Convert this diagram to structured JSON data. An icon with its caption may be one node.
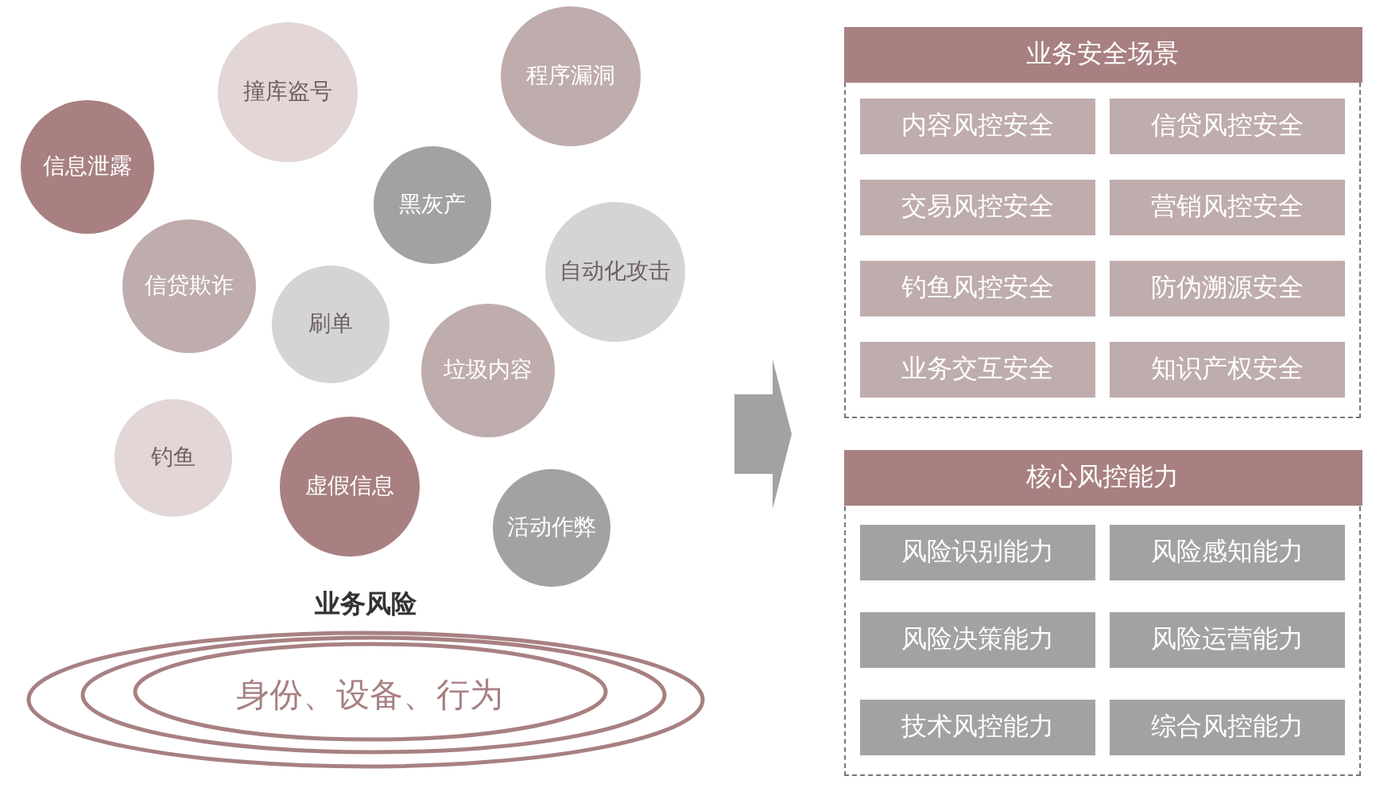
{
  "diagram": {
    "nodes": [
      {
        "text": [
          "撞库盗号"
        ]
      },
      {
        "text": [
          "程序漏洞"
        ]
      },
      {
        "text": [
          "信息泄露"
        ]
      },
      {
        "text": [
          "黑灰产"
        ]
      },
      {
        "text": [
          "信贷欺诈"
        ]
      },
      {
        "text": [
          "自动化攻击"
        ]
      },
      {
        "text": [
          "刷单"
        ]
      },
      {
        "text": [
          "垃圾内容"
        ]
      },
      {
        "text": [
          "钓鱼"
        ]
      },
      {
        "text": [
          "虚假信息"
        ]
      },
      {
        "text": [
          "活动作弊"
        ]
      },
      {
        "text": [
          "身份、设备、行为"
        ]
      },
      {
        "text": [
          "业务安全场景"
        ]
      },
      {
        "text": [
          "内容风控安全"
        ],
        "in": 12
      },
      {
        "text": [
          "信贷风控安全"
        ],
        "in": 12
      },
      {
        "text": [
          "交易风控安全"
        ],
        "in": 12
      },
      {
        "text": [
          "营销风控安全"
        ],
        "in": 12
      },
      {
        "text": [
          "钓鱼风控安全"
        ],
        "in": 12
      },
      {
        "text": [
          "防伪溯源安全"
        ],
        "in": 12
      },
      {
        "text": [
          "业务交互安全"
        ],
        "in": 12
      },
      {
        "text": [
          "知识产权安全"
        ],
        "in": 12
      },
      {
        "text": [
          "核心风控能力"
        ]
      },
      {
        "text": [
          "风险识别能力"
        ],
        "in": 21
      },
      {
        "text": [
          "风险感知能力"
        ],
        "in": 21
      },
      {
        "text": [
          "风险决策能力"
        ],
        "in": 21
      },
      {
        "text": [
          "风险运营能力"
        ],
        "in": 21
      },
      {
        "text": [
          "技术风控能力"
        ],
        "in": 21
      },
      {
        "text": [
          "综合风控能力"
        ],
        "in": 21
      }
    ],
    "labels": [
      "业务风险"
    ]
  }
}
